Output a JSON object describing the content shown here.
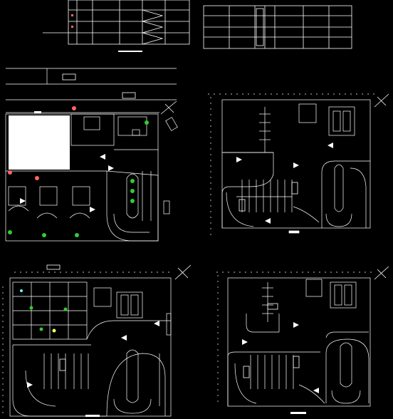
{
  "drawing": {
    "background": "#000000",
    "line_color": "#ffffff",
    "accent_green": "#33cc33",
    "accent_yellow": "#ffff66",
    "accent_cyan": "#66ffff",
    "north_arrow_icon": "north-arrow-icon",
    "vehicle_icon": "car-icon",
    "tree_icon": "tree-icon",
    "direction_icon": "arrow-icon"
  },
  "sheets": [
    {
      "id": "elevation-section-left",
      "type": "section"
    },
    {
      "id": "elevation-section-right",
      "type": "section"
    },
    {
      "id": "site-plan",
      "type": "plan"
    },
    {
      "id": "parking-plan-upper-right",
      "type": "plan"
    },
    {
      "id": "ground-floor-plan",
      "type": "plan"
    },
    {
      "id": "parking-plan-lower-right",
      "type": "plan"
    }
  ]
}
